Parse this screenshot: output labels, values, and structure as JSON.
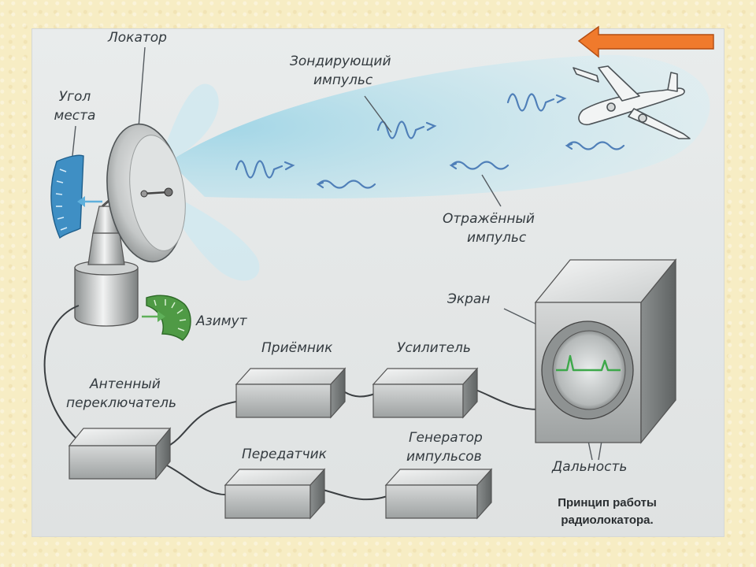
{
  "labels": {
    "locator": "Локатор",
    "elevation_line1": "Угол",
    "elevation_line2": "места",
    "probe_pulse_line1": "Зондирующий",
    "probe_pulse_line2": "импульс",
    "reflected_pulse_line1": "Отражённый",
    "reflected_pulse_line2": "импульс",
    "screen": "Экран",
    "azimuth": "Азимут",
    "receiver": "Приёмник",
    "amplifier": "Усилитель",
    "antenna_switch_line1": "Антенный",
    "antenna_switch_line2": "переключатель",
    "transmitter": "Передатчик",
    "pulse_generator_line1": "Генератор",
    "pulse_generator_line2": "импульсов",
    "range": "Дальность"
  },
  "caption": {
    "line1": "Принцип работы",
    "line2": "радиолокатора."
  },
  "colors": {
    "page_background": "#f7edc4",
    "beam": "#bfe4ee",
    "pulse_wave": "#4f7fb8",
    "elevation_scale": "#3f8fc4",
    "azimuth_scale": "#4f9a45",
    "screen_trace": "#3da84a",
    "back_arrow": "#f07a2c"
  },
  "icons": {
    "back_arrow": "left-arrow-icon",
    "aircraft": "airplane-icon",
    "antenna": "radar-dish-icon"
  }
}
